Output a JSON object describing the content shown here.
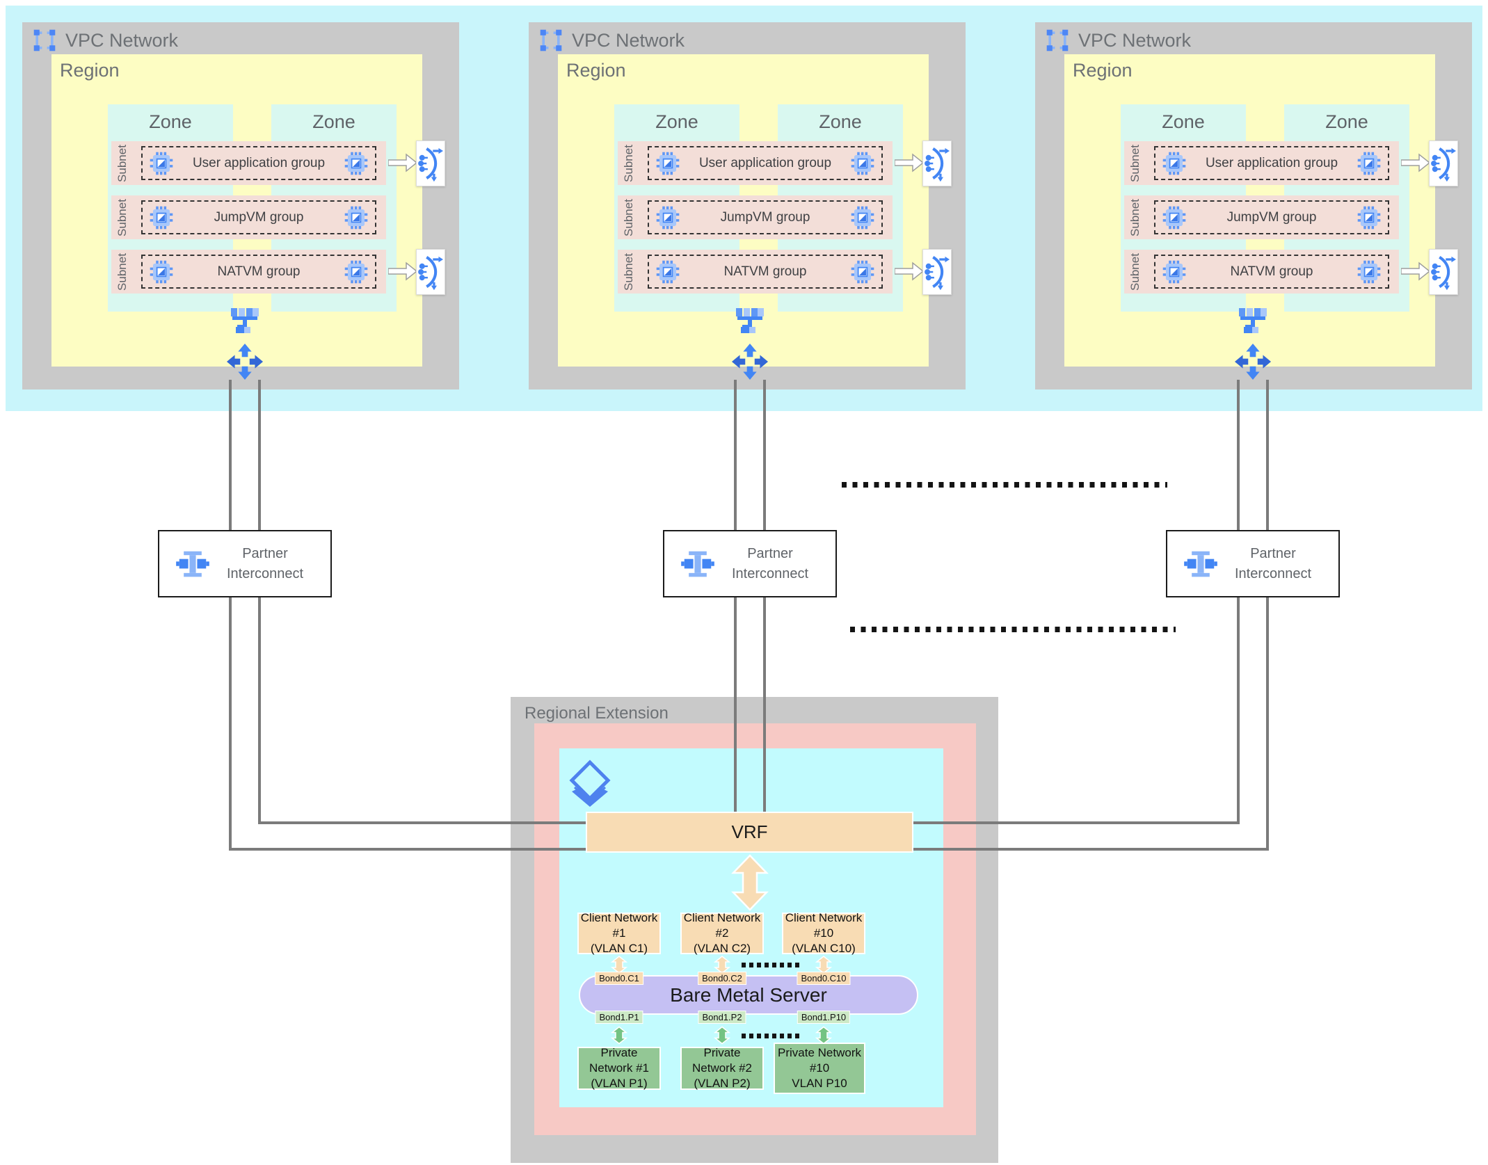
{
  "band_color": "#c9f5fb",
  "vpcs": [
    {
      "title": "VPC Network",
      "region_label": "Region",
      "zones": [
        "Zone",
        "Zone"
      ],
      "subnet_label": "Subnet",
      "rows": [
        {
          "group": "User application group"
        },
        {
          "group": "JumpVM group"
        },
        {
          "group": "NATVM group"
        }
      ]
    },
    {
      "title": "VPC Network",
      "region_label": "Region",
      "zones": [
        "Zone",
        "Zone"
      ],
      "subnet_label": "Subnet",
      "rows": [
        {
          "group": "User application group"
        },
        {
          "group": "JumpVM group"
        },
        {
          "group": "NATVM group"
        }
      ]
    },
    {
      "title": "VPC Network",
      "region_label": "Region",
      "zones": [
        "Zone",
        "Zone"
      ],
      "subnet_label": "Subnet",
      "rows": [
        {
          "group": "User application group"
        },
        {
          "group": "JumpVM group"
        },
        {
          "group": "NATVM group"
        }
      ]
    }
  ],
  "interconnects": [
    {
      "label": "Partner Interconnect"
    },
    {
      "label": "Partner Interconnect"
    },
    {
      "label": "Partner Interconnect"
    }
  ],
  "regional_extension": {
    "title": "Regional Extension",
    "vrf_label": "VRF",
    "server_label": "Bare Metal Server",
    "client_networks": [
      {
        "line1": "Client Network #1",
        "line2": "(VLAN C1)"
      },
      {
        "line1": "Client Network #2",
        "line2": "(VLAN C2)"
      },
      {
        "line1": "Client Network #10",
        "line2": "(VLAN C10)"
      }
    ],
    "bond0_labels": [
      "Bond0.C1",
      "Bond0.C2",
      "Bond0.C10"
    ],
    "bond1_labels": [
      "Bond1.P1",
      "Bond1.P2",
      "Bond1.P10"
    ],
    "private_networks": [
      {
        "line1": "Private Network #1",
        "line2": "(VLAN P1)",
        "line3": ""
      },
      {
        "line1": "Private Network #2",
        "line2": "(VLAN P2)",
        "line3": ""
      },
      {
        "line1": "Private Network",
        "line2": "#10",
        "line3": "VLAN P10"
      }
    ]
  },
  "colors": {
    "blue": "#4285f4",
    "light_blue": "#8ab4f8",
    "gray_box": "#c9c9c9",
    "yellow_region": "#fdfdc3",
    "zone_cyan": "#d9f8f0",
    "subnet_pink": "#f3ded8",
    "re_pink": "#f7c9c5",
    "re_cyan": "#c2fbfe",
    "tan": "#f8dcb4",
    "green": "#93c795",
    "purple": "#c5c0f3",
    "line_gray": "#7b7b7b"
  }
}
